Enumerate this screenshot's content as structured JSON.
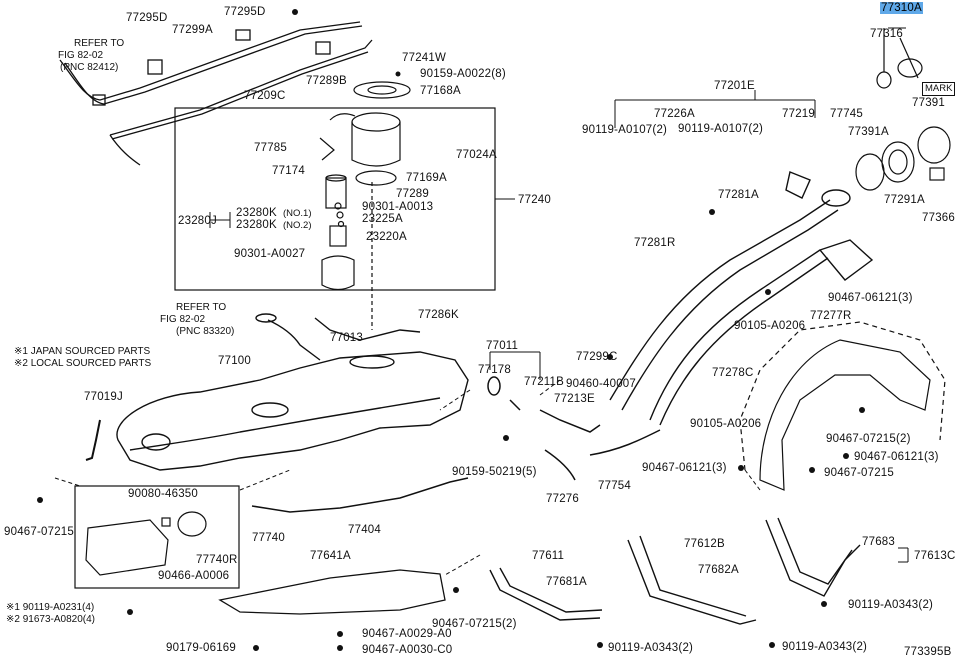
{
  "diagram": {
    "figure_code": "773395B",
    "highlight_part": "77310A",
    "notes": {
      "japan": "※1 JAPAN SOURCED PARTS",
      "local": "※2 LOCAL SOURCED PARTS"
    },
    "refer_top": [
      "REFER TO",
      "FIG 82-02",
      "(PNC 82412)"
    ],
    "refer_mid": [
      "REFER TO",
      "FIG 82-02",
      "(PNC 83320)"
    ],
    "mark": "MARK",
    "labels": {
      "p77295D_a": "77295D",
      "p77295D_b": "77295D",
      "p77299A": "77299A",
      "p77209C": "77209C",
      "p77241W": "77241W",
      "p90159A0022": "90159-A0022(8)",
      "p77289B": "77289B",
      "p77168A": "77168A",
      "p77785": "77785",
      "p77024A": "77024A",
      "p77174": "77174",
      "p77169A": "77169A",
      "p77289": "77289",
      "p90301A0013": "90301-A0013",
      "p23280K1": "23280K",
      "p23280K2": "23280K",
      "no1": "(NO.1)",
      "no2": "(NO.2)",
      "p23280J": "23280J",
      "p23225A": "23225A",
      "p23220A": "23220A",
      "p90301A0027": "90301-A0027",
      "p77240": "77240",
      "p77286K": "77286K",
      "p77013": "77013",
      "p77100": "77100",
      "p77019J": "77019J",
      "p77011": "77011",
      "p77178": "77178",
      "p77211B": "77211B",
      "p90460": "90460-40007",
      "p77213E": "77213E",
      "p90159_50219": "90159-50219(5)",
      "p77276": "77276",
      "p77754": "77754",
      "p90080": "90080-46350",
      "p77740": "77740",
      "p77740R": "77740R",
      "p90466": "90466-A0006",
      "p77404": "77404",
      "p90467_07215_left": "90467-07215",
      "p77641A": "77641A",
      "p90119A0231": "※1 90119-A0231(4)",
      "p91673A0820": "※2 91673-A0820(4)",
      "p90179": "90179-06169",
      "p90467A0029": "90467-A0029-A0",
      "p90467A0030": "90467-A0030-C0",
      "p90467_07215_2": "90467-07215(2)",
      "p77611": "77611",
      "p77681A": "77681A",
      "p90119A0343_a": "90119-A0343(2)",
      "p77612B": "77612B",
      "p77682A": "77682A",
      "p90119A0343_b": "90119-A0343(2)",
      "p77683": "77683",
      "p77613C": "77613C",
      "p90119A0343_c": "90119-A0343(2)",
      "p77310A": "77310A",
      "p77316": "77316",
      "p77391": "77391",
      "p77391A": "77391A",
      "p77291A": "77291A",
      "p77366": "77366",
      "p77201E": "77201E",
      "p77226A": "77226A",
      "p77219": "77219",
      "p77745": "77745",
      "p90119A0107_a": "90119-A0107(2)",
      "p90119A0107_b": "90119-A0107(2)",
      "p77281A": "77281A",
      "p77281R": "77281R",
      "p90105A0206_a": "90105-A0206",
      "p90467_06121_3a": "90467-06121(3)",
      "p77277R": "77277R",
      "p77299C": "77299C",
      "p77278C": "77278C",
      "p90105A0206_b": "90105-A0206",
      "p90467_07215_2b": "90467-07215(2)",
      "p90467_06121_3b": "90467-06121(3)",
      "p90467_06121_3c": "90467-06121(3)",
      "p90467_07215_r": "90467-07215"
    }
  }
}
